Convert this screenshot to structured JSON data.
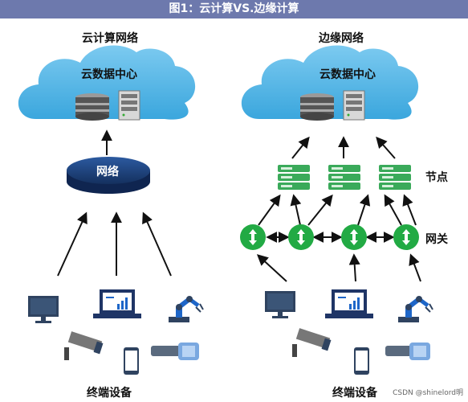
{
  "title": "图1：云计算VS.边缘计算",
  "left": {
    "heading": "云计算网络",
    "cloud_label": "云数据中心",
    "network_label": "网络",
    "devices_label": "终端设备"
  },
  "right": {
    "heading": "边缘网络",
    "cloud_label": "云数据中心",
    "nodes_label": "节点",
    "gateways_label": "网关",
    "devices_label": "终端设备"
  },
  "watermark": "CSDN @shinelord明",
  "colors": {
    "title_bar": "#6d79ad",
    "cloud": "#5fb8e3",
    "network_disk": "#1f3f7a",
    "node": "#3aaa5a",
    "gateway": "#22aa44",
    "device_dark": "#2f4360",
    "device_blue": "#1e66c8"
  }
}
